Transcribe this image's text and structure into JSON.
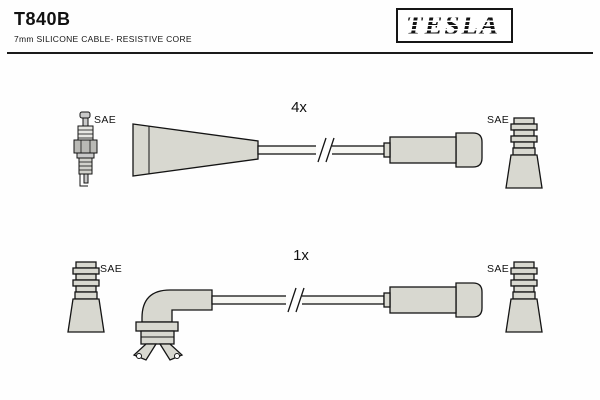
{
  "header": {
    "part_number": "T840B",
    "description": "7mm SILICONE CABLE- RESISTIVE CORE",
    "brand": "TESLA"
  },
  "diagram": {
    "rows": [
      {
        "quantity": "4x",
        "left_connector_label": "SAE",
        "right_connector_label": "SAE",
        "left_icon": "spark-plug-icon",
        "right_icon": "sae-terminal-icon",
        "cable_left_end": "straight-tapered-boot",
        "cable_right_end": "cylindrical-boot"
      },
      {
        "quantity": "1x",
        "left_connector_label": "SAE",
        "right_connector_label": "SAE",
        "left_icon": "sae-terminal-icon",
        "right_icon": "sae-terminal-icon",
        "cable_left_end": "angled-boot-with-bracket",
        "cable_right_end": "cylindrical-boot"
      }
    ]
  },
  "colors": {
    "part_fill": "#d8d8d0",
    "outline": "#141414",
    "background": "#fefefe"
  }
}
